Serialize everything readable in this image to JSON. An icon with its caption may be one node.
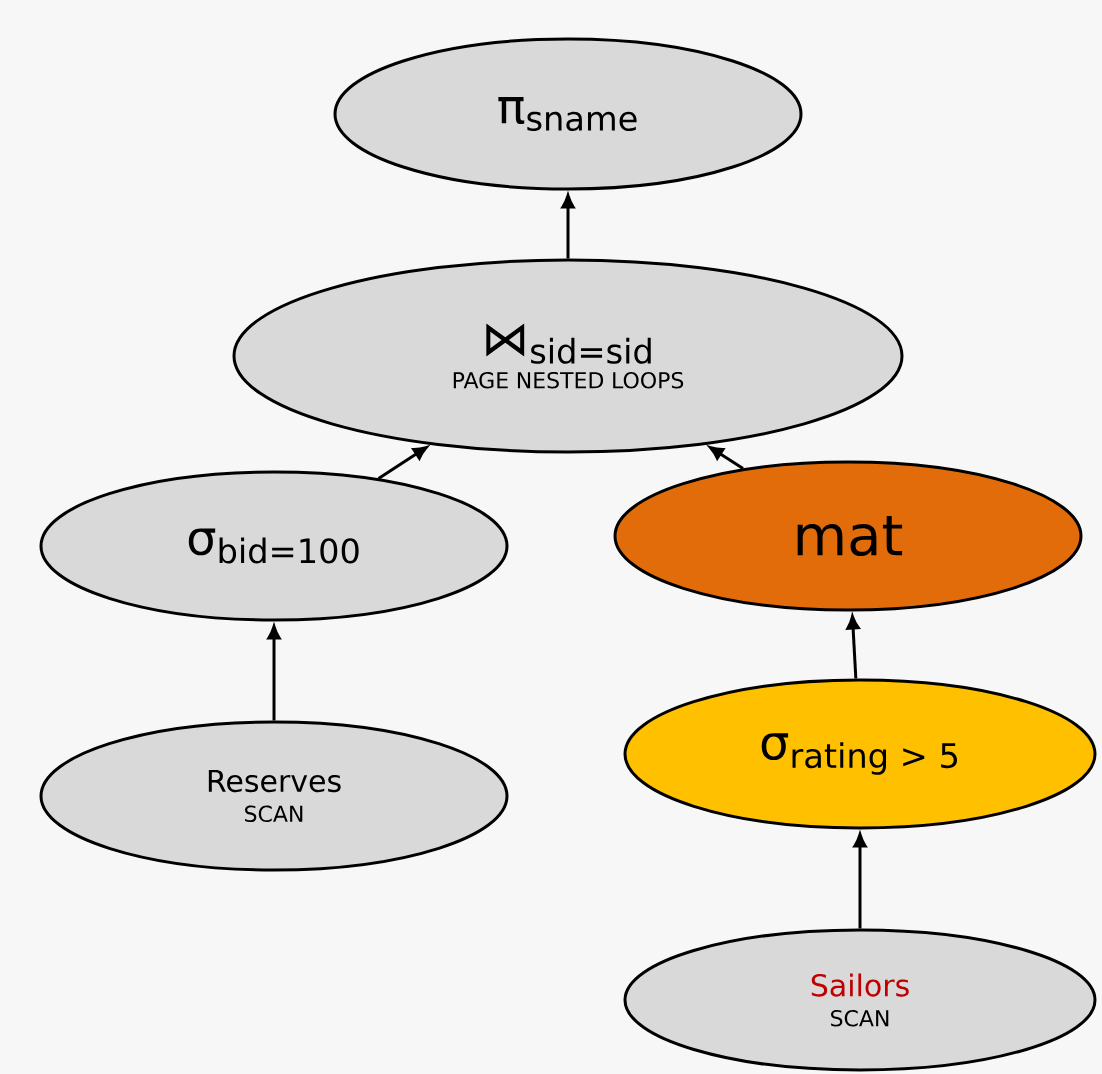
{
  "diagram": {
    "nodes": [
      {
        "text": [
          "π$_{sname}$"
        ]
      },
      {
        "text": [
          "⋈$_{sid=sid}$",
          "PAGE NESTED LOOPS"
        ]
      },
      {
        "text": [
          "σ$_{bid=100}$"
        ]
      },
      {
        "text": [
          "Reserves",
          "SCAN"
        ]
      },
      {
        "text": [
          "mat"
        ]
      },
      {
        "text": [
          "σ$_{rating > 5}$"
        ]
      },
      {
        "text": [
          "Sailors",
          "SCAN"
        ]
      }
    ],
    "edges": [
      {
        "from": 1,
        "to": 0,
        "arrow": "to"
      },
      {
        "from": 2,
        "to": 1,
        "arrow": "to"
      },
      {
        "from": 3,
        "to": 2,
        "arrow": "to"
      },
      {
        "from": 4,
        "to": 1,
        "arrow": "to"
      },
      {
        "from": 5,
        "to": 4,
        "arrow": "to"
      },
      {
        "from": 6,
        "to": 5,
        "arrow": "to"
      }
    ]
  }
}
